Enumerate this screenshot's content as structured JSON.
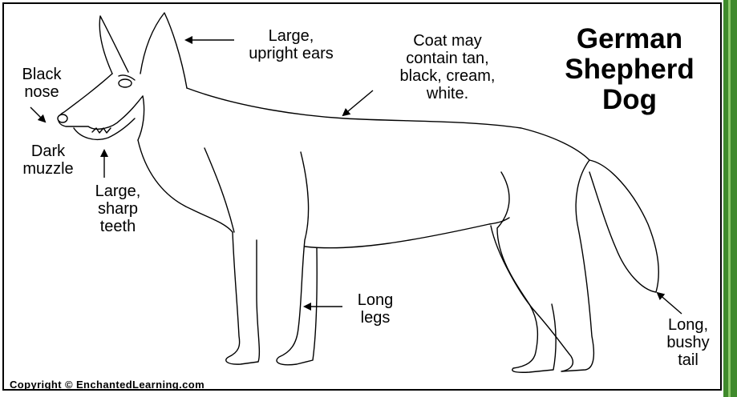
{
  "title": "German\nShepherd\nDog",
  "labels": {
    "ears": "Large,\nupright ears",
    "coat": "Coat may\ncontain tan,\nblack, cream,\nwhite.",
    "nose": "Black\nnose",
    "muzzle": "Dark\nmuzzle",
    "teeth": "Large,\nsharp\nteeth",
    "legs": "Long\nlegs",
    "tail": "Long,\nbushy\ntail"
  },
  "copyright": "Copyright © EnchantedLearning.com",
  "colors": {
    "ink": "#000000",
    "background": "#ffffff",
    "side_bar": "#3f8a2c",
    "side_bar_highlight": "#8cc86a"
  }
}
